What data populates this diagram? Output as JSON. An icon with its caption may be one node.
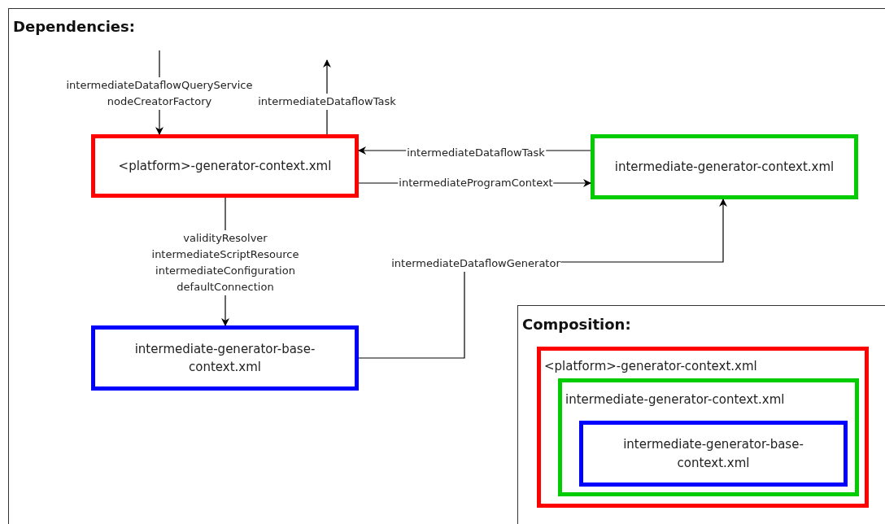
{
  "diagram": {
    "nodes": [
      {
        "text": [
          "Dependencies:"
        ]
      },
      {
        "text": [
          "<platform>-generator-context.xml"
        ],
        "in": 0
      },
      {
        "text": [
          "intermediate-generator-context.xml"
        ],
        "in": 0
      },
      {
        "text": [
          "intermediate-generator-base-context.xml"
        ],
        "in": 0
      },
      {
        "text": [
          "Composition:"
        ],
        "in": 0
      },
      {
        "text": [
          "<platform>-generator-context.xml"
        ],
        "in": 4
      },
      {
        "text": [
          "intermediate-generator-context.xml"
        ],
        "in": 5
      },
      {
        "text": [
          "intermediate-generator-base-context.xml"
        ],
        "in": 6
      }
    ],
    "edges": [
      {
        "from": null,
        "to": 1,
        "arrow": "to",
        "label": "intermediateDataflowQueryService nodeCreatorFactory"
      },
      {
        "from": 1,
        "to": null,
        "arrow": "to",
        "label": "intermediateDataflowTask"
      },
      {
        "from": 2,
        "to": 1,
        "arrow": "to",
        "label": "intermediateDataflowTask"
      },
      {
        "from": 1,
        "to": 2,
        "arrow": "to",
        "label": "intermediateProgramContext"
      },
      {
        "from": 1,
        "to": 3,
        "arrow": "to",
        "label": "validityResolver intermediateScriptResource intermediateConfiguration defaultConnection"
      },
      {
        "from": 3,
        "to": 2,
        "arrow": "to",
        "label": "intermediateDataflowGenerator"
      }
    ]
  }
}
